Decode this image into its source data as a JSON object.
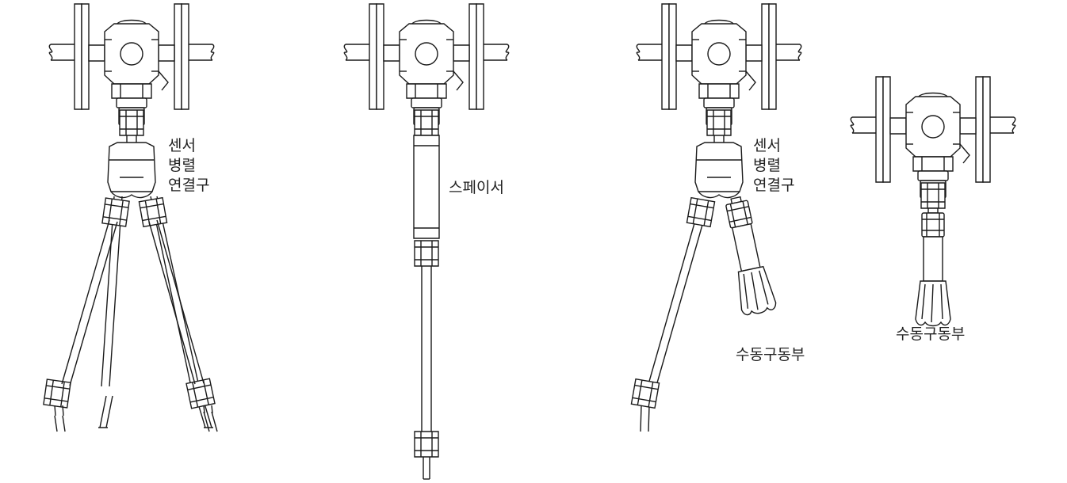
{
  "colors": {
    "line": "#1a1a1a",
    "text": "#222222",
    "background": "#ffffff"
  },
  "figures": [
    {
      "name": "sensor-parallel-connector-assembly",
      "label_lines": [
        "센서",
        "병렬",
        "연결구"
      ]
    },
    {
      "name": "spacer-assembly",
      "label": "스페이서"
    },
    {
      "name": "connector-with-manual-actuator-assembly",
      "label_lines": [
        "센서",
        "병렬",
        "연결구"
      ],
      "label2": "수동구동부"
    },
    {
      "name": "manual-actuator-assembly",
      "label": "수동구동부"
    }
  ]
}
